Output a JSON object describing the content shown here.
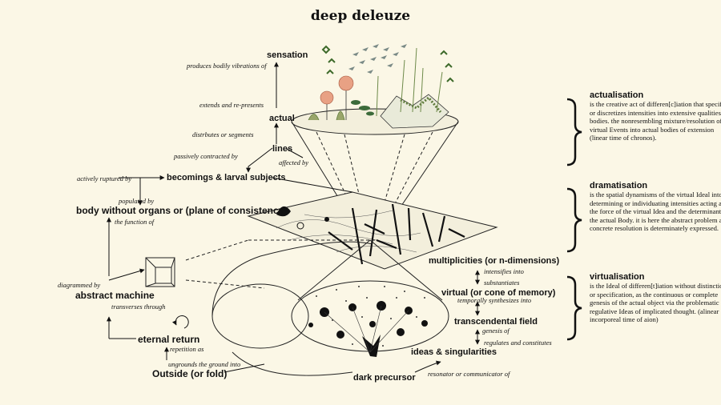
{
  "title": "deep deleuze",
  "nodes": {
    "sensation": "sensation",
    "actual": "actual",
    "lines": "lines",
    "becomings": "becomings & larval subjects",
    "bwo": "body without organs or (plane of consistency)",
    "abstract_machine": "abstract machine",
    "eternal_return": "eternal return",
    "outside": "Outside (or fold)",
    "multiplicities": "multiplicities (or n-dimensions)",
    "virtual": "virtual (or cone of memory)",
    "transcendental_field": "transcendental field",
    "ideas_singularities": "ideas & singularities",
    "dark_precursor": "dark precursor"
  },
  "relations": {
    "produces": "produces bodily vibrations of",
    "extends": "extends and re-presents",
    "distributes": "distrbutes or segments",
    "passively": "passively contracted by",
    "affected": "affected by",
    "ruptured": "actively ruptured by",
    "populated": "populated by",
    "function_of": "the function of",
    "diagrammed": "diagrammed by",
    "transverses": "transverses through",
    "repetition": "repetition as",
    "ungrounds": "ungrounds the ground into",
    "intensifies": "intensifies into",
    "substantiates": "substantiates",
    "temporally": "temporally synthesizes into",
    "genesis": "genesis of",
    "regulates": "regulates and constitutes",
    "resonator": "resonator or communicator of"
  },
  "sections": {
    "actualisation": {
      "title": "actualisation",
      "body": "is the creative act of differen[c]iation that specifies or discretizes intensities into extensive qualities of bodies. the nonresembling mixture/resolution of virtual Events into actual bodies of extension (linear time of chronos)."
    },
    "dramatisation": {
      "title": "dramatisation",
      "body": "is the spatial dynamisms of the virtual Ideal into determining or individuating intensities acting as the force of the virtual Idea and the determinant of the actual Body. it is here the abstract problem and concrete resolution is determinately expressed."
    },
    "virtualisation": {
      "title": "virtualisation",
      "body": "is the Ideal of differen[t]iation without distinction or specification, as the continuous or complete genesis of the actual object via the problematic regulative Ideas of implicated thought. (alinear incorporeal time of aion)"
    }
  },
  "colors": {
    "background": "#fbf7e6",
    "ink": "#111111",
    "moss": "#5d7a3a",
    "blossom": "#e8a184"
  }
}
